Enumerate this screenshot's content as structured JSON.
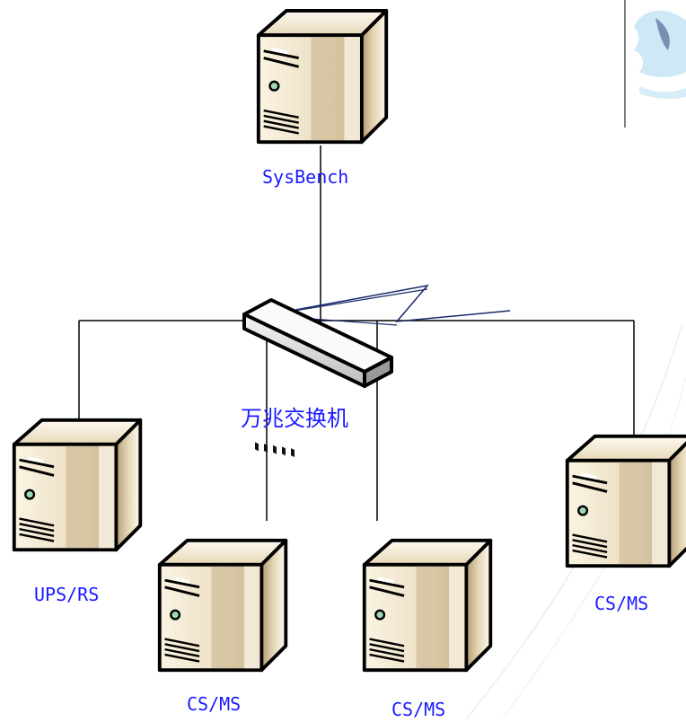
{
  "diagram": {
    "switch": {
      "label": "万兆交换机",
      "icon": "network-switch-icon"
    },
    "servers": [
      {
        "id": "sysbench",
        "label": "SysBench",
        "icon": "server-tower-icon"
      },
      {
        "id": "ups-rs",
        "label": "UPS/RS",
        "icon": "server-tower-icon"
      },
      {
        "id": "cs-ms-1",
        "label": "CS/MS",
        "icon": "server-tower-icon"
      },
      {
        "id": "cs-ms-2",
        "label": "CS/MS",
        "icon": "server-tower-icon"
      },
      {
        "id": "cs-ms-3",
        "label": "CS/MS",
        "icon": "server-tower-icon"
      }
    ],
    "corner_logo": {
      "icon": "corner-logo-icon"
    },
    "colors": {
      "label": "#1a1aff",
      "line": "#000000",
      "lightning": "#1a2a6c",
      "tower_body": "#e9dcc0",
      "tower_shadow": "#b39a74"
    }
  }
}
